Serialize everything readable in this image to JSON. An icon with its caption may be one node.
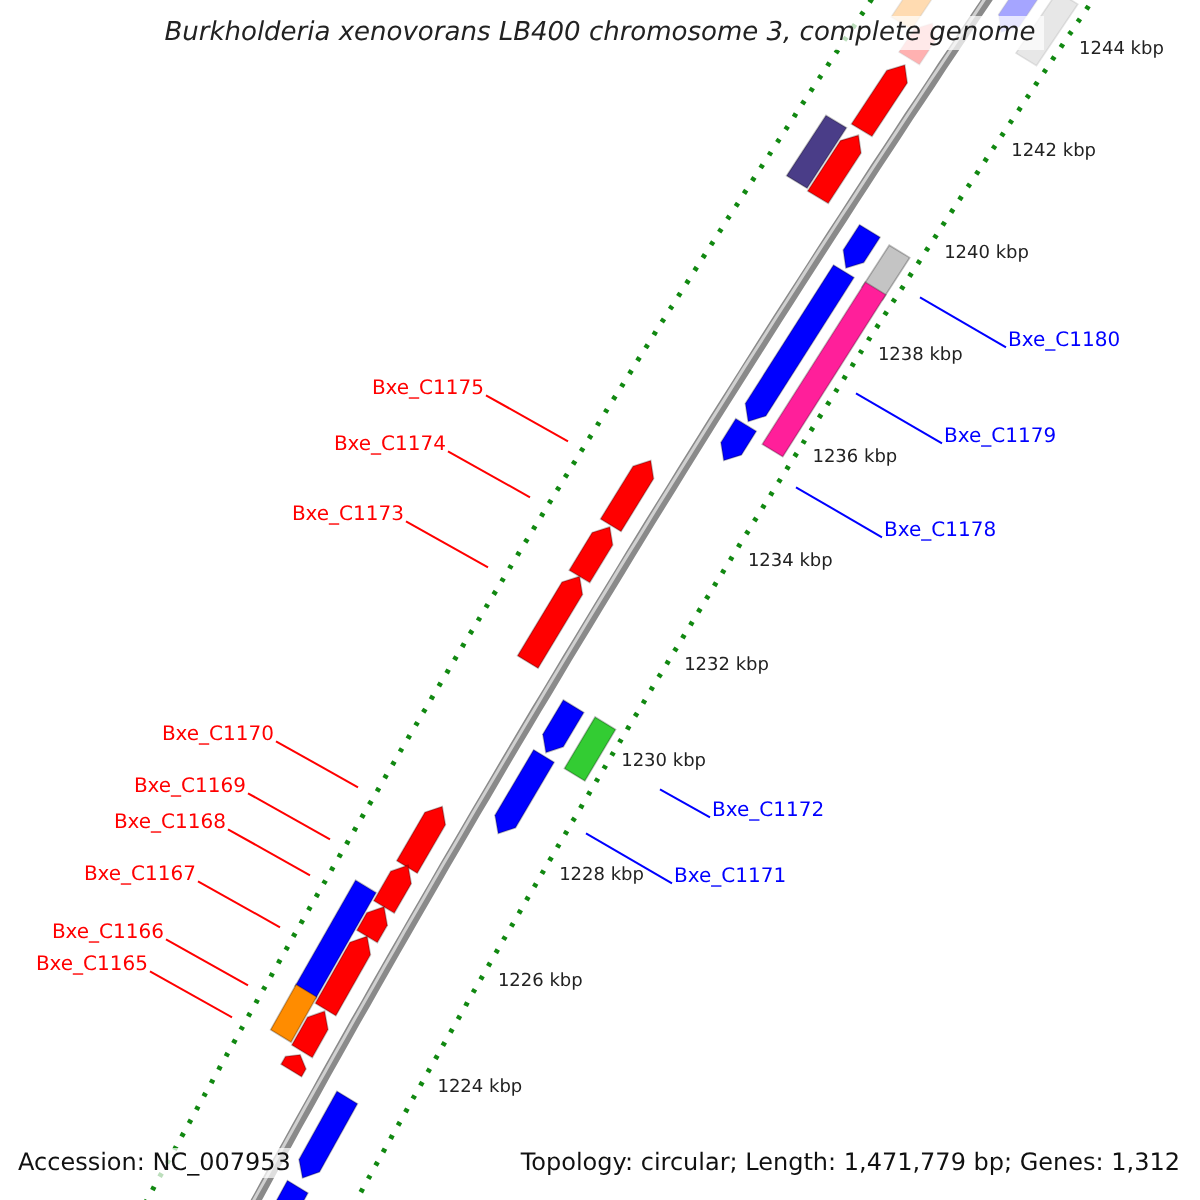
{
  "diagram": {
    "title": "Burkholderia xenovorans LB400 chromosome 3, complete genome",
    "nodes": [
      {
        "text": [
          "Bxe_C1180"
        ]
      },
      {
        "text": [
          "Bxe_C1175"
        ]
      },
      {
        "text": [
          "Bxe_C1179"
        ]
      },
      {
        "text": [
          "Bxe_C1174"
        ]
      },
      {
        "text": [
          "Bxe_C1173"
        ]
      },
      {
        "text": [
          "Bxe_C1178"
        ]
      },
      {
        "text": [
          "Bxe_C1170"
        ]
      },
      {
        "text": [
          "Bxe_C1169"
        ]
      },
      {
        "text": [
          "Bxe_C1172"
        ]
      },
      {
        "text": [
          "Bxe_C1168"
        ]
      },
      {
        "text": [
          "Bxe_C1167"
        ]
      },
      {
        "text": [
          "Bxe_C1171"
        ]
      },
      {
        "text": [
          "Bxe_C1166"
        ]
      },
      {
        "text": [
          "Bxe_C1165"
        ]
      }
    ],
    "edges": [
      {
        "from": 0,
        "to": null,
        "arrow": "none",
        "color": "#0000ff"
      },
      {
        "from": 1,
        "to": null,
        "arrow": "none"
      },
      {
        "from": 2,
        "to": null,
        "arrow": "none",
        "color": "#0000ff"
      },
      {
        "from": 3,
        "to": null,
        "arrow": "none"
      },
      {
        "from": 4,
        "to": null,
        "arrow": "none"
      },
      {
        "from": 5,
        "to": null,
        "arrow": "none",
        "color": "#0000ff"
      },
      {
        "from": 6,
        "to": null,
        "arrow": "none"
      },
      {
        "from": 7,
        "to": null,
        "arrow": "none"
      },
      {
        "from": 8,
        "to": null,
        "arrow": "none",
        "color": "#0000ff"
      },
      {
        "from": 9,
        "to": null,
        "arrow": "none"
      },
      {
        "from": 10,
        "to": null,
        "arrow": "none"
      },
      {
        "from": 11,
        "to": null,
        "arrow": "none",
        "color": "#0000ff"
      },
      {
        "from": 12,
        "to": null,
        "arrow": "none"
      },
      {
        "from": 13,
        "to": null,
        "arrow": "none"
      }
    ],
    "labels": [
      "1244 kbp",
      "1242 kbp",
      "1240 kbp",
      "1238 kbp",
      "1236 kbp",
      "1234 kbp",
      "1232 kbp",
      "1230 kbp",
      "1228 kbp",
      "1226 kbp",
      "1224 kbp",
      "Accession: NC_007953",
      "Topology: circular; Length: 1,471,779 bp; Genes: 1,312"
    ]
  }
}
